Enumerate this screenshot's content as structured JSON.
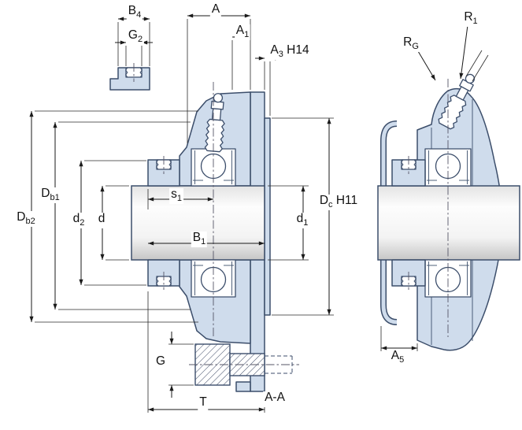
{
  "colors": {
    "part_fill": "#cfdcec",
    "part_outline": "#3c4e6b",
    "dimension_line": "#1a1a1a",
    "centerline": "#555566"
  },
  "labels": {
    "b4": {
      "pre": "B",
      "sub": "4",
      "post": ""
    },
    "g2": {
      "pre": "G",
      "sub": "2",
      "post": ""
    },
    "a": {
      "pre": "A",
      "sub": "",
      "post": ""
    },
    "a1": {
      "pre": "A",
      "sub": "1",
      "post": ""
    },
    "a3": {
      "pre": "A",
      "sub": "3",
      "post": " H14"
    },
    "r1": {
      "pre": "R",
      "sub": "1",
      "post": ""
    },
    "rg": {
      "pre": "R",
      "sub": "G",
      "post": ""
    },
    "db1": {
      "pre": "D",
      "sub": "b1",
      "post": ""
    },
    "db2": {
      "pre": "D",
      "sub": "b2",
      "post": ""
    },
    "d2": {
      "pre": "d",
      "sub": "2",
      "post": ""
    },
    "d": {
      "pre": "d",
      "sub": "",
      "post": ""
    },
    "s1": {
      "pre": "s",
      "sub": "1",
      "post": ""
    },
    "b1": {
      "pre": "B",
      "sub": "1",
      "post": ""
    },
    "dc": {
      "pre": "D",
      "sub": "c",
      "post": " H11"
    },
    "d1": {
      "pre": "d",
      "sub": "1",
      "post": ""
    },
    "g": {
      "pre": "G",
      "sub": "",
      "post": ""
    },
    "t": {
      "pre": "T",
      "sub": "",
      "post": ""
    },
    "section": {
      "pre": "A-A",
      "sub": "",
      "post": ""
    },
    "a5": {
      "pre": "A",
      "sub": "5",
      "post": ""
    }
  }
}
